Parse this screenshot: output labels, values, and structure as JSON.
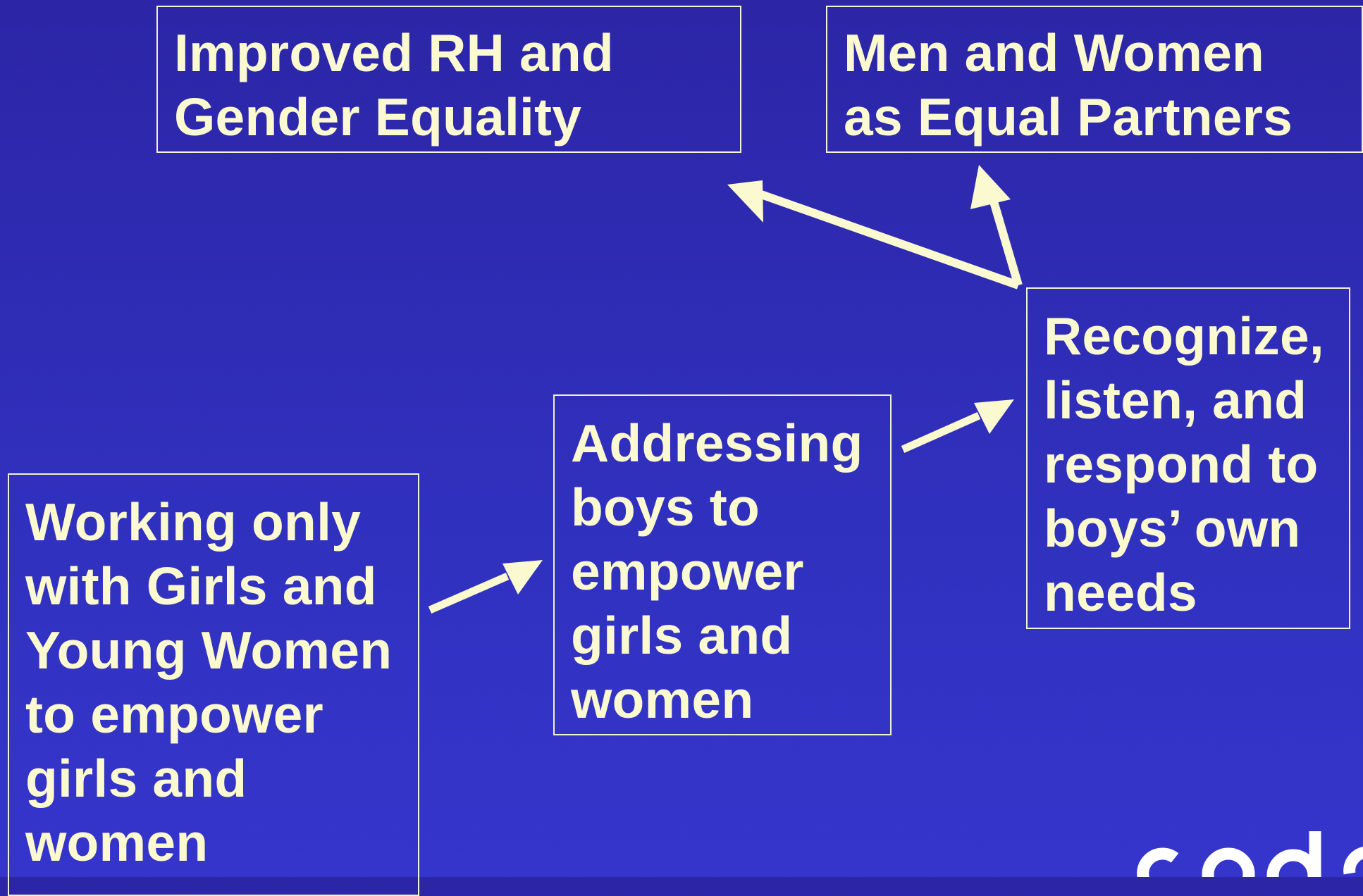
{
  "diagram": {
    "boxes": {
      "improved": "Improved RH and\nGender Equality",
      "men": "Men and Women\nas Equal Partners",
      "recognize": "Recognize,\nlisten, and\nrespond to\nboys’ own\nneeds",
      "addressing": "Addressing\nboys to\nempower\ngirls and\nwomen",
      "working": "Working only\nwith Girls and\nYoung Women\nto empower\ngirls and\nwomen"
    },
    "arrows": [
      {
        "from": "working",
        "to": "addressing"
      },
      {
        "from": "addressing",
        "to": "recognize"
      },
      {
        "from": "recognize",
        "to": "improved"
      },
      {
        "from": "recognize",
        "to": "men"
      }
    ]
  },
  "colors": {
    "background": "#3030bd",
    "text": "#fbf9cf",
    "border": "#f3f1cf",
    "arrow": "#fbf9cf",
    "logo": "#ffffff"
  },
  "logo": {
    "icon": "organization-logo"
  }
}
